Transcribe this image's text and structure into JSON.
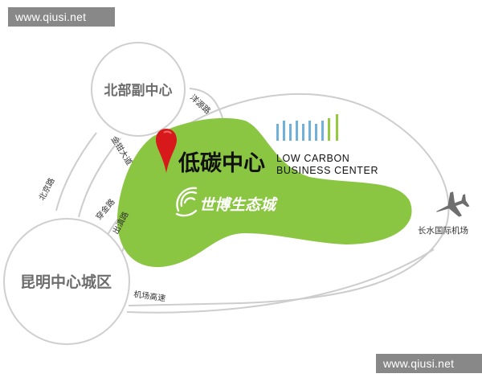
{
  "watermark_top": "www.qiusi.net",
  "watermark_bottom": "www.qiusi.net",
  "circles": {
    "north_subcenter": "北部副中心",
    "kunming_center": "昆明中心城区"
  },
  "center": {
    "title": "低碳中心",
    "english_line1": "LOW CARBON",
    "english_line2": "BUSINESS CENTER",
    "expo_name": "世博生态城"
  },
  "roads": {
    "yangyuan": "洋源路",
    "jinjin": "金钳大道",
    "beijing": "北京路",
    "chuanjin": "穿金路",
    "chudian": "出滇路",
    "jichang": "机场高速"
  },
  "airport": "长水国际机场",
  "colors": {
    "green_zone": "#8ac642",
    "road_gray": "#cfcfcf",
    "pin_red": "#d7191c",
    "logo_blue": "#6fb1d8",
    "logo_green": "#94c940"
  },
  "icons": [
    "location-pin-icon",
    "airplane-icon",
    "low-carbon-logo-icon",
    "expo-swirl-icon"
  ]
}
